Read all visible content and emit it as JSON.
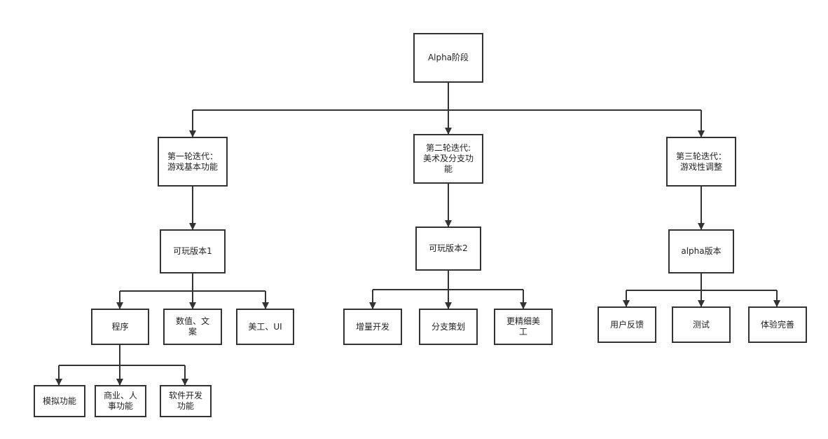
{
  "diagram": {
    "line_color": "#333333",
    "nodes": {
      "root": "Alpha阶段",
      "iter1": "第一轮迭代：\n游戏基本功能",
      "iter2": "第二轮迭代:\n美术及分支功\n能",
      "iter3": "第三轮迭代：\n游戏性调整",
      "v1": "可玩版本1",
      "v2": "可玩版本2",
      "v3": "alpha版本",
      "program": "程序",
      "numbers": "数值、文\n案",
      "art_ui": "美工、UI",
      "incremental": "增量开发",
      "branch": "分支策划",
      "finer_art": "更精细美\n工",
      "feedback": "用户反馈",
      "test": "测试",
      "experience": "体验完善",
      "sim": "模拟功能",
      "business": "商业、人\n事功能",
      "software": "软件开发\n功能"
    }
  }
}
